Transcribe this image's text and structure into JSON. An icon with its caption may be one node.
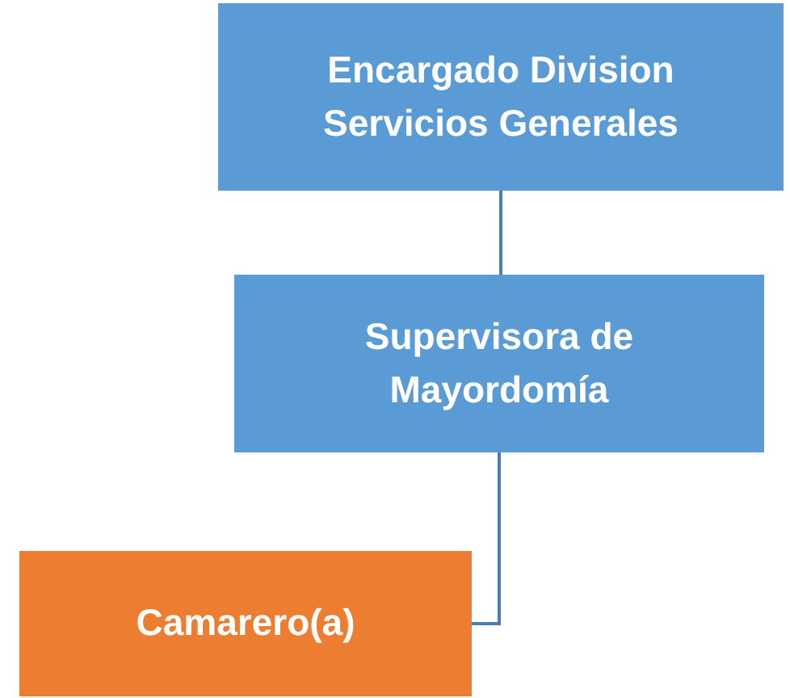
{
  "diagram": {
    "nodes": [
      {
        "text": [
          "Encargado Division Servicios Generales"
        ]
      },
      {
        "text": [
          "Supervisora de Mayordomía"
        ]
      },
      {
        "text": [
          "Camarero(a)"
        ]
      }
    ],
    "edges": [
      {
        "from": 0,
        "to": 1,
        "arrow": "none"
      },
      {
        "from": 1,
        "to": 2,
        "arrow": "none"
      }
    ]
  }
}
